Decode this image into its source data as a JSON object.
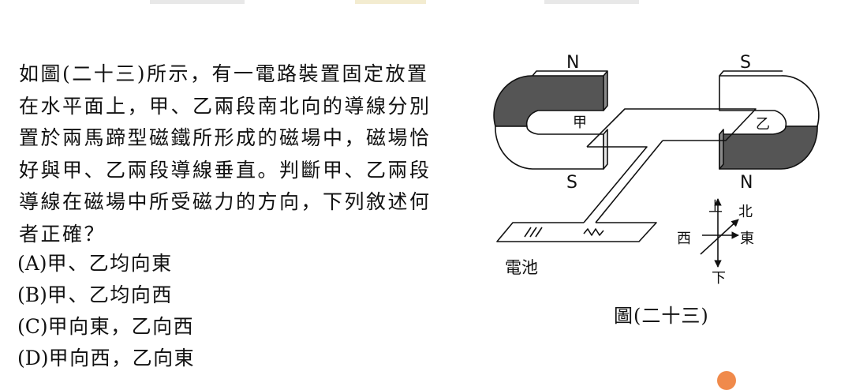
{
  "question": {
    "lines": [
      "如圖(二十三)所示，有一電路裝置固定放置",
      "在水平面上，甲、乙兩段南北向的導線分別",
      "置於兩馬蹄型磁鐵所形成的磁場中，磁場恰",
      "好與甲、乙兩段導線垂直。判斷甲、乙兩段",
      "導線在磁場中所受磁力的方向，下列敘述何",
      "者正確？"
    ]
  },
  "options": [
    {
      "key": "(A)",
      "text": "甲、乙均向東"
    },
    {
      "key": "(B)",
      "text": "甲、乙均向西"
    },
    {
      "key": "(C)",
      "text": "甲向東，乙向西"
    },
    {
      "key": "(D)",
      "text": "甲向西，乙向東"
    }
  ],
  "figure": {
    "caption": "圖(二十三)",
    "left_magnet": {
      "top_pole": "N",
      "bottom_pole": "S"
    },
    "right_magnet": {
      "top_pole": "S",
      "bottom_pole": "N"
    },
    "wire_a": "甲",
    "wire_b": "乙",
    "battery": "電池",
    "compass": {
      "up": "上",
      "down": "下",
      "east": "東",
      "west": "西",
      "north": "北"
    }
  },
  "colors": {
    "ink": "#111111",
    "magnet_dark": "#555555",
    "magnet_side": "#8a8a8a",
    "accent_dot": "#f08a4b"
  }
}
